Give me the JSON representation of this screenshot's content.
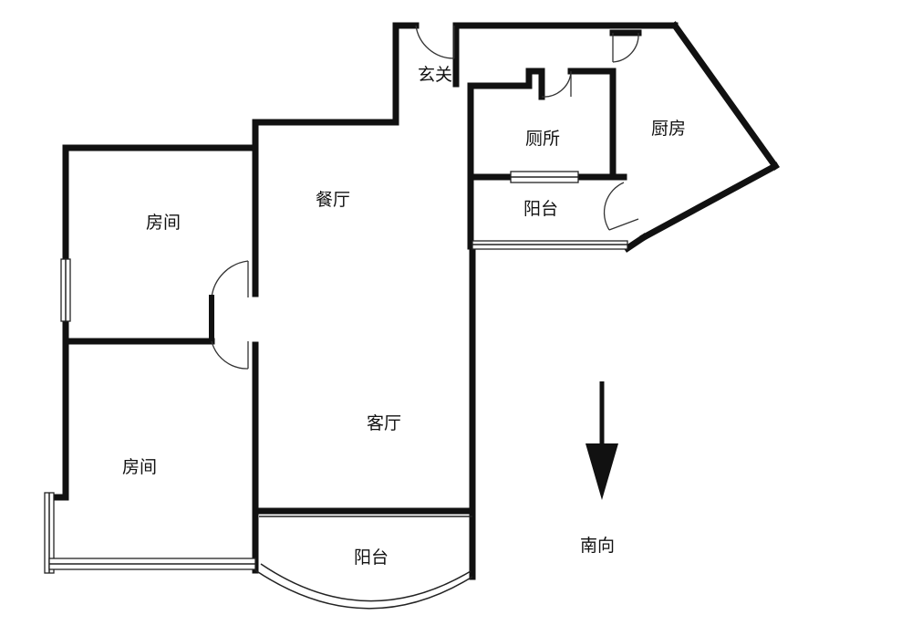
{
  "rooms": {
    "entrance": "玄关",
    "toilet": "厕所",
    "kitchen": "厨房",
    "balcony_small": "阳台",
    "dining": "餐厅",
    "bedroom_top": "房间",
    "living": "客厅",
    "bedroom_bottom": "房间",
    "balcony_main": "阳台"
  },
  "compass": {
    "direction_label": "南向",
    "arrow_icon": "down-arrow-icon"
  },
  "colors": {
    "wall": "#111111",
    "background": "#ffffff"
  }
}
